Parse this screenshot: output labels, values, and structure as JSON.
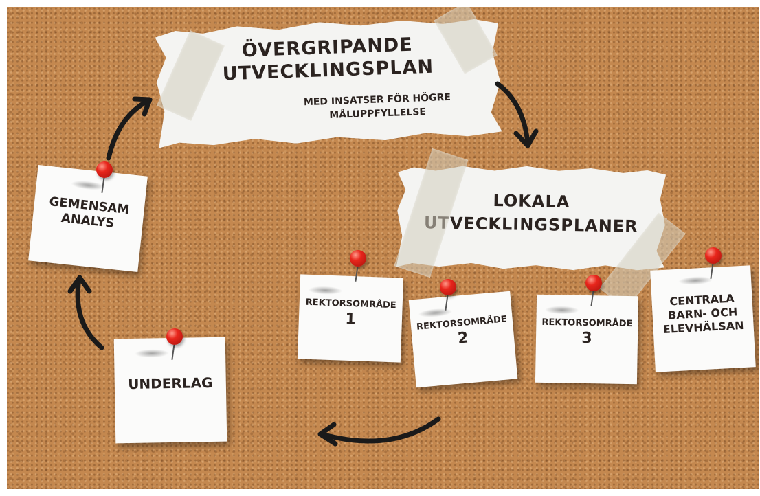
{
  "board": {
    "main_plan": {
      "title_line1": "ÖVERGRIPANDE",
      "title_line2": "UTVECKLINGSPLAN",
      "subtitle_line1": "MED INSATSER FÖR HÖGRE",
      "subtitle_line2": "MÅLUPPFYLLELSE"
    },
    "local_plans": {
      "line1": "LOKALA",
      "line2": "UTVECKLINGSPLANER"
    },
    "notes": {
      "area1": {
        "label": "REKTORSOMRÅDE",
        "number": "1"
      },
      "area2": {
        "label": "REKTORSOMRÅDE",
        "number": "2"
      },
      "area3": {
        "label": "REKTORSOMRÅDE",
        "number": "3"
      },
      "central": {
        "line1": "CENTRALA",
        "line2": "BARN- OCH",
        "line3": "ELEVHÄLSAN"
      },
      "underlag": {
        "label": "UNDERLAG"
      },
      "analys": {
        "line1": "GEMENSAM",
        "line2": "ANALYS"
      }
    }
  },
  "colors": {
    "cork": "#c4884f",
    "paper": "#f4f4f2",
    "ink": "#2b2320",
    "pin": "#e8261c",
    "arrow": "#1a1a1a"
  },
  "icons": [
    "push-pin-icon",
    "curved-arrow-icon",
    "masking-tape"
  ]
}
